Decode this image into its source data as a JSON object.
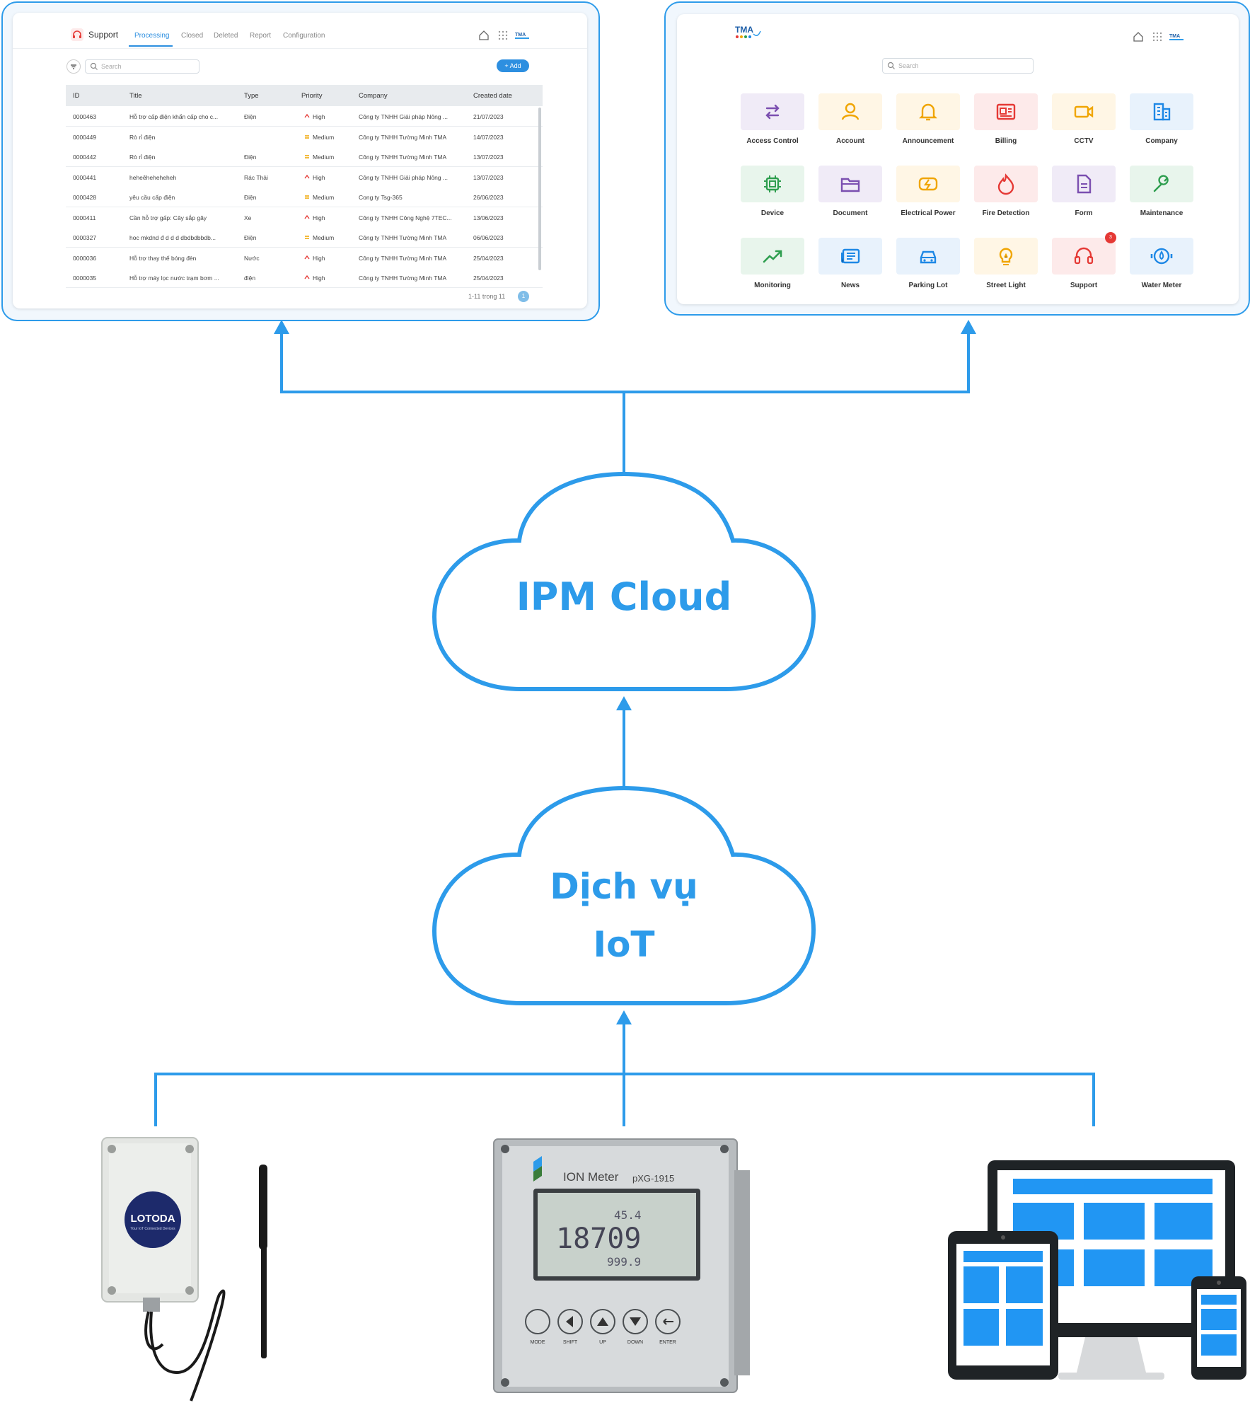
{
  "support_panel": {
    "app_title": "Support",
    "tabs": [
      "Processing",
      "Closed",
      "Deleted",
      "Report",
      "Configuration"
    ],
    "search_placeholder": "Search",
    "add_button": "+ Add",
    "columns": [
      "ID",
      "Title",
      "Type",
      "Priority",
      "Company",
      "Created date"
    ],
    "rows": [
      {
        "id": "0000463",
        "title": "Hỗ trợ cấp điện khẩn cấp cho c...",
        "type": "Điện",
        "priority": "High",
        "company": "Công ty TNHH Giải pháp Nông ...",
        "date": "21/07/2023"
      },
      {
        "id": "0000449",
        "title": "Rò rỉ điện",
        "type": "",
        "priority": "Medium",
        "company": "Công ty TNHH Tường Minh TMA",
        "date": "14/07/2023"
      },
      {
        "id": "0000442",
        "title": "Rò rỉ điện",
        "type": "Điện",
        "priority": "Medium",
        "company": "Công ty TNHH Tường Minh TMA",
        "date": "13/07/2023"
      },
      {
        "id": "0000441",
        "title": "heheêheheheheh",
        "type": "Rác Thải",
        "priority": "High",
        "company": "Công ty TNHH Giải pháp Nông ...",
        "date": "13/07/2023"
      },
      {
        "id": "0000428",
        "title": "yêu cầu cấp điện",
        "type": "Điện",
        "priority": "Medium",
        "company": "Cong ty Tsg-365",
        "date": "26/06/2023"
      },
      {
        "id": "0000411",
        "title": "Cần hỗ trợ gấp: Cây sắp gãy",
        "type": "Xe",
        "priority": "High",
        "company": "Công ty TNHH Công Nghệ 7TEC...",
        "date": "13/06/2023"
      },
      {
        "id": "0000327",
        "title": "hoc mkdnd đ d d d dbdbdbbdb...",
        "type": "Điện",
        "priority": "Medium",
        "company": "Công ty TNHH Tường Minh TMA",
        "date": "06/06/2023"
      },
      {
        "id": "0000036",
        "title": "Hỗ trợ thay thế bóng đèn",
        "type": "Nước",
        "priority": "High",
        "company": "Công ty TNHH Tường Minh TMA",
        "date": "25/04/2023"
      },
      {
        "id": "0000035",
        "title": "Hỗ trợ máy lọc nước trạm bơm ...",
        "type": "điện",
        "priority": "High",
        "company": "Công ty TNHH Tường Minh TMA",
        "date": "25/04/2023"
      }
    ],
    "pagination_text": "1-11 trong 11",
    "page_number": "1"
  },
  "apps_panel": {
    "logo_text": "TMA",
    "search_placeholder": "Search",
    "apps": [
      {
        "label": "Access Control",
        "icon": "arrows-exchange-icon",
        "color": "#7b4fb0",
        "bg": "#f0ebf7"
      },
      {
        "label": "Account",
        "icon": "user-icon",
        "color": "#f0a500",
        "bg": "#fff6e5"
      },
      {
        "label": "Announcement",
        "icon": "bell-icon",
        "color": "#f0a500",
        "bg": "#fff6e5"
      },
      {
        "label": "Billing",
        "icon": "bill-icon",
        "color": "#e53935",
        "bg": "#fdeaea"
      },
      {
        "label": "CCTV",
        "icon": "camera-icon",
        "color": "#f0a500",
        "bg": "#fff6e5"
      },
      {
        "label": "Company",
        "icon": "building-icon",
        "color": "#1e88e5",
        "bg": "#e8f2fc"
      },
      {
        "label": "Device",
        "icon": "chip-icon",
        "color": "#2e9e4f",
        "bg": "#e8f5ec"
      },
      {
        "label": "Document",
        "icon": "folder-icon",
        "color": "#7b4fb0",
        "bg": "#f0ebf7"
      },
      {
        "label": "Electrical Power",
        "icon": "power-icon",
        "color": "#f0a500",
        "bg": "#fff6e5"
      },
      {
        "label": "Fire Detection",
        "icon": "flame-icon",
        "color": "#e53935",
        "bg": "#fdeaea"
      },
      {
        "label": "Form",
        "icon": "file-icon",
        "color": "#7b4fb0",
        "bg": "#f0ebf7"
      },
      {
        "label": "Maintenance",
        "icon": "wrench-icon",
        "color": "#2e9e4f",
        "bg": "#e8f5ec"
      },
      {
        "label": "Monitoring",
        "icon": "trend-up-icon",
        "color": "#2e9e4f",
        "bg": "#e8f5ec"
      },
      {
        "label": "News",
        "icon": "newspaper-icon",
        "color": "#1e88e5",
        "bg": "#e8f2fc"
      },
      {
        "label": "Parking Lot",
        "icon": "car-icon",
        "color": "#1e88e5",
        "bg": "#e8f2fc"
      },
      {
        "label": "Street Light",
        "icon": "bulb-icon",
        "color": "#f0a500",
        "bg": "#fff6e5"
      },
      {
        "label": "Support",
        "icon": "headset-icon",
        "color": "#e53935",
        "bg": "#fdeaea",
        "badge": "3"
      },
      {
        "label": "Water Meter",
        "icon": "water-meter-icon",
        "color": "#1e88e5",
        "bg": "#e8f2fc"
      }
    ]
  },
  "clouds": {
    "ipm": "IPM Cloud",
    "iot_line1": "Dịch vụ",
    "iot_line2": "IoT"
  },
  "devices": {
    "sensor_brand": "LOTODA",
    "sensor_sub": "Your IoT Connected Devices",
    "meter_title": "ION Meter",
    "meter_model": "pXG-1915",
    "meter_main": "18709",
    "meter_value1": "45.4",
    "meter_value2": "999.9",
    "meter_buttons": [
      "MODE",
      "SHIFT",
      "UP",
      "DOWN",
      "ENTER"
    ]
  },
  "colors": {
    "accent": "#2d9bea"
  }
}
